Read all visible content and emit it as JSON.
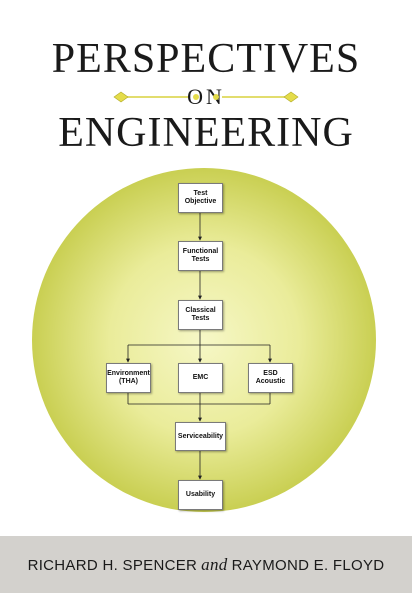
{
  "cover": {
    "title_line1": "PERSPECTIVES",
    "title_line2": "ON",
    "title_line3": "ENGINEERING",
    "author1": "RICHARD H. SPENCER",
    "conjunction": "and",
    "author2": "RAYMOND E. FLOYD"
  },
  "flowchart": {
    "steps": [
      {
        "label": "Test\nObjective"
      },
      {
        "label": "Functional\nTests"
      },
      {
        "label": "Classical\nTests"
      },
      {
        "label": "Environment\n(THA)"
      },
      {
        "label": "EMC"
      },
      {
        "label": "ESD\nAcoustic"
      },
      {
        "label": "Serviceability"
      },
      {
        "label": "Usability"
      }
    ]
  },
  "colors": {
    "circle_center": "#f6f7c6",
    "circle_edge": "#c9cf52",
    "footer_band": "#d3d1cd",
    "ornament": "#d9d23f"
  }
}
